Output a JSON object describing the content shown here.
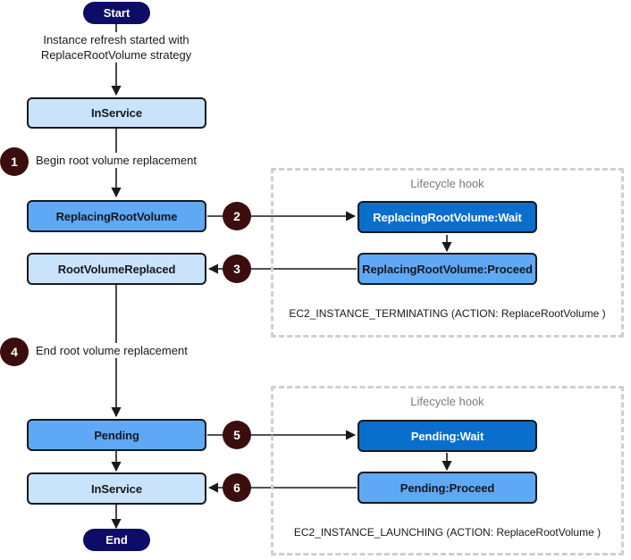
{
  "diagram": {
    "title": "Instance refresh with ReplaceRootVolume strategy",
    "colors": {
      "terminal": "#0d0c66",
      "state_light": "#c9e3fb",
      "state_medium": "#5fa8f5",
      "state_dark": "#0a6ecd",
      "badge": "#3b0d0d",
      "hook_border": "#cfcfcf",
      "hook_title_text": "#7a7a7a",
      "stroke": "#16191f"
    },
    "terminals": {
      "start": "Start",
      "end": "End"
    },
    "states": [
      {
        "id": "inservice-top",
        "label": "InService",
        "tone": "light"
      },
      {
        "id": "replacingrootvolume",
        "label": "ReplacingRootVolume",
        "tone": "medium"
      },
      {
        "id": "rootvolumereplaced",
        "label": "RootVolumeReplaced",
        "tone": "light"
      },
      {
        "id": "pending",
        "label": "Pending",
        "tone": "medium"
      },
      {
        "id": "inservice-bottom",
        "label": "InService",
        "tone": "light"
      },
      {
        "id": "replacingrootvolume-wait",
        "label": "ReplacingRootVolume:Wait",
        "tone": "dark"
      },
      {
        "id": "replacingrootvolume-proceed",
        "label": "ReplacingRootVolume:Proceed",
        "tone": "medium"
      },
      {
        "id": "pending-wait",
        "label": "Pending:Wait",
        "tone": "dark"
      },
      {
        "id": "pending-proceed",
        "label": "Pending:Proceed",
        "tone": "medium"
      }
    ],
    "edge_labels": [
      {
        "id": "start-to-inservice",
        "line1": "Instance refresh started with",
        "line2": "ReplaceRootVolume strategy"
      },
      {
        "id": "begin-replacement",
        "line1": "Begin root volume replacement",
        "line2": ""
      },
      {
        "id": "end-replacement",
        "line1": "End root volume replacement",
        "line2": ""
      }
    ],
    "badges": [
      {
        "number": "1"
      },
      {
        "number": "2"
      },
      {
        "number": "3"
      },
      {
        "number": "4"
      },
      {
        "number": "5"
      },
      {
        "number": "6"
      }
    ],
    "hooks": [
      {
        "id": "terminating-hook",
        "title": "Lifecycle hook",
        "caption": "EC2_INSTANCE_TERMINATING (ACTION: ReplaceRootVolume )"
      },
      {
        "id": "launching-hook",
        "title": "Lifecycle hook",
        "caption": "EC2_INSTANCE_LAUNCHING (ACTION: ReplaceRootVolume )"
      }
    ]
  }
}
